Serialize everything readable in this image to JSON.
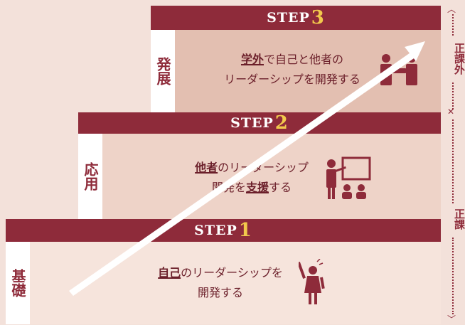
{
  "steps": [
    {
      "id": "step3",
      "word": "STEP",
      "number": "3",
      "side_label": "発展",
      "text_line1_underlined": "学外",
      "text_line1_rest": "で自己と他者の",
      "text_line2": "リーダーシップを開発する",
      "icon": "handshake-icon"
    },
    {
      "id": "step2",
      "word": "STEP",
      "number": "2",
      "side_label": "応用",
      "text_line1_underlined": "他者",
      "text_line1_rest": "のリーダーシップ",
      "text_line2_prefix": "開発を",
      "text_line2_underlined": "支援",
      "text_line2_suffix": "する",
      "icon": "teaching-icon"
    },
    {
      "id": "step1",
      "word": "STEP",
      "number": "1",
      "side_label": "基礎",
      "text_line1_underlined": "自己",
      "text_line1_rest": "のリーダーシップを",
      "text_line2": "開発する",
      "icon": "raising-hand-person-icon"
    }
  ],
  "right_labels": {
    "upper": "正課外",
    "lower": "正課"
  },
  "colors": {
    "accent": "#8e2b3a",
    "number": "#f2c94c",
    "background": "#f3e1da"
  }
}
